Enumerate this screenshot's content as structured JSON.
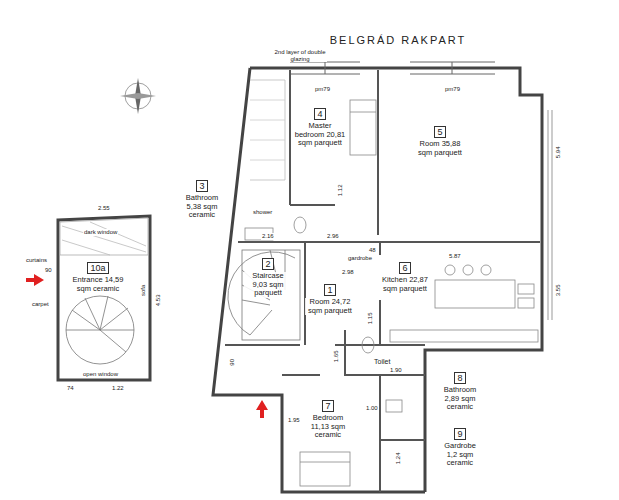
{
  "diagram": {
    "title": "BELGRÁD RAKPART",
    "nodes": [
      {
        "text": [
          "1",
          "Room 24,72 sqm parquett"
        ]
      },
      {
        "text": [
          "2",
          "Staircase 9,03 sqm parquett"
        ]
      },
      {
        "text": [
          "3",
          "Bathroom 5,38 sqm ceramic"
        ]
      },
      {
        "text": [
          "4",
          "Master bedroom 20,81 sqm parquett"
        ]
      },
      {
        "text": [
          "5",
          "Room 35,88 sqm parquett"
        ]
      },
      {
        "text": [
          "6",
          "Kitchen 22,87 sqm parquett"
        ]
      },
      {
        "text": [
          "7",
          "Bedroom 11,13 sqm ceramic"
        ]
      },
      {
        "text": [
          "8",
          "Bathroom 2,89 sqm ceramic"
        ]
      },
      {
        "text": [
          "9",
          "Gardrobe 1,2 sqm ceramic"
        ]
      },
      {
        "text": [
          "10a",
          "Entrance 14,59 sqm ceramic"
        ]
      }
    ],
    "labels": [
      "2nd layer of double glazing",
      "pm79",
      "pm79",
      "5.94",
      "3.55",
      "5.87",
      "2.16",
      "2.96",
      "2.98",
      "1.15",
      "1.65",
      "1.90",
      "1.00",
      "1.95",
      "1.24",
      "1.12",
      "48",
      "gardrobe",
      "shower",
      "Toilet",
      "2.55",
      "4.53",
      "74",
      "1.22",
      "curtains",
      "carpet",
      "sofa",
      "open window",
      "dark window",
      "90",
      "90"
    ]
  }
}
